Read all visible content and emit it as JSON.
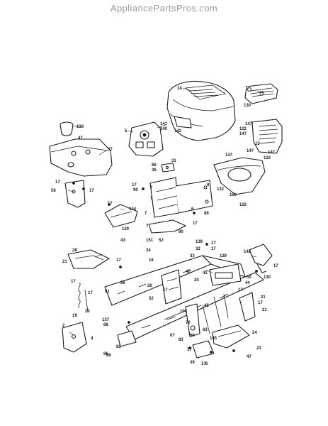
{
  "watermark": "AppliancePartsPros.com",
  "callouts": [
    {
      "id": "c14",
      "text": "14"
    },
    {
      "id": "c15a",
      "text": "15"
    },
    {
      "id": "c130a",
      "text": "130"
    },
    {
      "id": "c138",
      "text": "138"
    },
    {
      "id": "c47a",
      "text": "47"
    },
    {
      "id": "c5",
      "text": "5"
    },
    {
      "id": "c141",
      "text": "141"
    },
    {
      "id": "c140",
      "text": "140"
    },
    {
      "id": "c143",
      "text": "143"
    },
    {
      "id": "c147a",
      "text": "147"
    },
    {
      "id": "c122a",
      "text": "122"
    },
    {
      "id": "c147b",
      "text": "147"
    },
    {
      "id": "c15b",
      "text": "15"
    },
    {
      "id": "c147c",
      "text": "147"
    },
    {
      "id": "c122b",
      "text": "122"
    },
    {
      "id": "c37",
      "text": "37"
    },
    {
      "id": "c147d",
      "text": "147"
    },
    {
      "id": "c147e",
      "text": "147"
    },
    {
      "id": "c86a",
      "text": "86"
    },
    {
      "id": "c31",
      "text": "31"
    },
    {
      "id": "c36",
      "text": "36"
    },
    {
      "id": "c17a",
      "text": "17"
    },
    {
      "id": "c90a",
      "text": "90"
    },
    {
      "id": "c7a",
      "text": "7"
    },
    {
      "id": "c8",
      "text": "8"
    },
    {
      "id": "c122c",
      "text": "122"
    },
    {
      "id": "c150",
      "text": "150"
    },
    {
      "id": "c17b",
      "text": "17"
    },
    {
      "id": "c58",
      "text": "58"
    },
    {
      "id": "c17c",
      "text": "17"
    },
    {
      "id": "c7b",
      "text": "7"
    },
    {
      "id": "c122d",
      "text": "122"
    },
    {
      "id": "c17d",
      "text": "17"
    },
    {
      "id": "c144",
      "text": "144"
    },
    {
      "id": "c7c",
      "text": "7"
    },
    {
      "id": "c6",
      "text": "6"
    },
    {
      "id": "c88a",
      "text": "88"
    },
    {
      "id": "c130b",
      "text": "130"
    },
    {
      "id": "c17e",
      "text": "17"
    },
    {
      "id": "c7d",
      "text": "7"
    },
    {
      "id": "c90b",
      "text": "90"
    },
    {
      "id": "c43",
      "text": "43"
    },
    {
      "id": "c151",
      "text": "151"
    },
    {
      "id": "c52a",
      "text": "52"
    },
    {
      "id": "c139a",
      "text": "139"
    },
    {
      "id": "c17f",
      "text": "17"
    },
    {
      "id": "c28",
      "text": "28"
    },
    {
      "id": "c34",
      "text": "34"
    },
    {
      "id": "c32",
      "text": "32"
    },
    {
      "id": "c17g",
      "text": "17"
    },
    {
      "id": "c33",
      "text": "33"
    },
    {
      "id": "c139b",
      "text": "139"
    },
    {
      "id": "c142",
      "text": "142"
    },
    {
      "id": "c21a",
      "text": "21"
    },
    {
      "id": "c17h",
      "text": "17"
    },
    {
      "id": "c16",
      "text": "16"
    },
    {
      "id": "c17i",
      "text": "17"
    },
    {
      "id": "c130c",
      "text": "130"
    },
    {
      "id": "c40",
      "text": "40"
    },
    {
      "id": "c42",
      "text": "42"
    },
    {
      "id": "c50",
      "text": "50"
    },
    {
      "id": "c56",
      "text": "56"
    },
    {
      "id": "c17j",
      "text": "17"
    },
    {
      "id": "c91",
      "text": "91"
    },
    {
      "id": "c26",
      "text": "26"
    },
    {
      "id": "c20a",
      "text": "20"
    },
    {
      "id": "c44",
      "text": "44"
    },
    {
      "id": "c17k",
      "text": "17"
    },
    {
      "id": "c17l",
      "text": "17"
    },
    {
      "id": "c21b",
      "text": "21"
    },
    {
      "id": "c17m",
      "text": "17"
    },
    {
      "id": "c52b",
      "text": "52"
    },
    {
      "id": "c17n",
      "text": "17"
    },
    {
      "id": "c20b",
      "text": "20"
    },
    {
      "id": "c21c",
      "text": "21"
    },
    {
      "id": "c19",
      "text": "19"
    },
    {
      "id": "c106",
      "text": "106"
    },
    {
      "id": "c45",
      "text": "45"
    },
    {
      "id": "c137",
      "text": "137"
    },
    {
      "id": "c88b",
      "text": "88"
    },
    {
      "id": "c70",
      "text": "70"
    },
    {
      "id": "c63",
      "text": "63"
    },
    {
      "id": "c2",
      "text": "2"
    },
    {
      "id": "c86b",
      "text": "86"
    },
    {
      "id": "c85",
      "text": "85"
    },
    {
      "id": "c67",
      "text": "67"
    },
    {
      "id": "c83",
      "text": "83"
    },
    {
      "id": "c60",
      "text": "60"
    },
    {
      "id": "c24",
      "text": "24"
    },
    {
      "id": "c4",
      "text": "4"
    },
    {
      "id": "c17o",
      "text": "17"
    },
    {
      "id": "c145",
      "text": "145"
    },
    {
      "id": "c86c",
      "text": "86"
    },
    {
      "id": "c39",
      "text": "39"
    },
    {
      "id": "c17p",
      "text": "17"
    },
    {
      "id": "c6b",
      "text": "6"
    },
    {
      "id": "c23",
      "text": "23"
    },
    {
      "id": "c47b",
      "text": "47"
    }
  ]
}
